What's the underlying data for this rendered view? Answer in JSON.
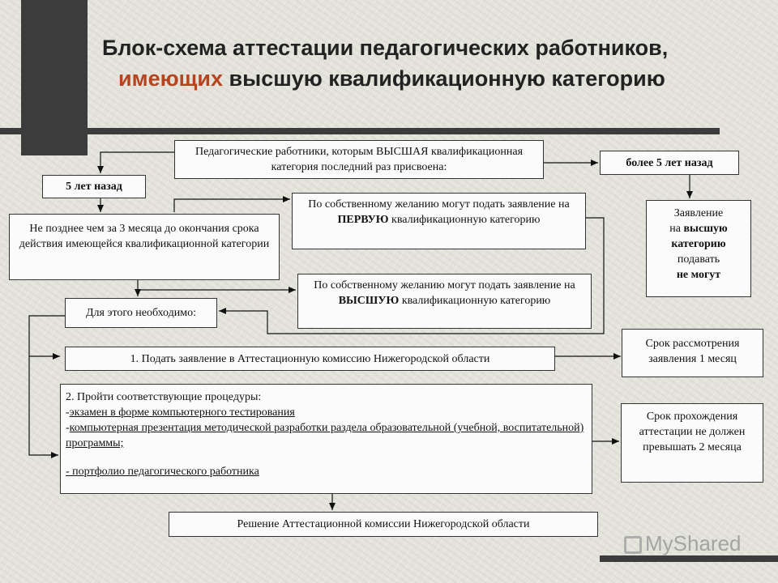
{
  "title": {
    "line1": "Блок-схема аттестации педагогических работников,",
    "line2_accent": "имеющих",
    "line2_rest": " высшую квалификационную категорию"
  },
  "boxes": {
    "top": "Педагогические работники, которым ВЫСШАЯ квалификационная категория последний раз присвоена:",
    "five_years_ago": "5 лет назад",
    "more_than_five": "более 5 лет назад",
    "deadline": "Не позднее чем за 3 месяца до окончания срока действия имеющейся квалификационной категории",
    "first_cat": {
      "pre": "По собственному желанию могут подать заявление на ",
      "bold": "ПЕРВУЮ",
      "post": " квалификационную категорию"
    },
    "higher_cat": {
      "pre": "По собственному желанию могут подать заявление на ",
      "bold": "ВЫСШУЮ",
      "post": " квалификационную категорию"
    },
    "cannot": {
      "l1": "Заявление",
      "l2_pre": "на ",
      "l2_bold": "высшую",
      "l3": "категорию",
      "l4": "подавать",
      "l5": "не могут"
    },
    "necessary": "Для этого необходимо:",
    "step1": "1. Подать заявление в Аттестационную комиссию Нижегородской области",
    "review_term": "Срок рассмотрения заявления 1 месяц",
    "step2": {
      "head": "2. Пройти соответствующие процедуры:",
      "item1_dash": "-",
      "item1": "экзамен в форме компьютерного тестирования",
      "item2_dash": "-",
      "item2": "компьютерная презентация методической разработки раздела образовательной (учебной, воспитательной) программы;",
      "item3": "- портфолио педагогического работника"
    },
    "pass_term": "Срок прохождения аттестации не должен превышать 2 месяца",
    "decision": "Решение Аттестационной комиссии Нижегородской области"
  },
  "watermark": "MyShared"
}
